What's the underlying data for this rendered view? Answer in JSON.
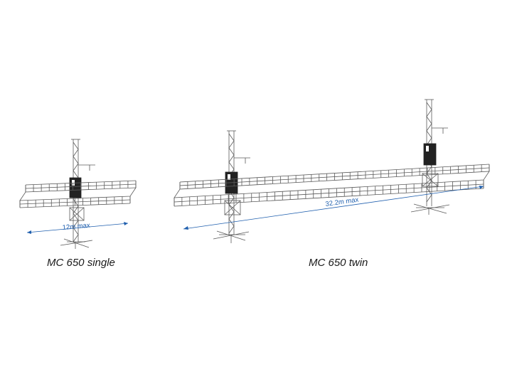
{
  "diagrams": [
    {
      "id": "single",
      "caption": "MC 650 single",
      "dimension_label": "12m max"
    },
    {
      "id": "twin",
      "caption": "MC 650 twin",
      "dimension_label": "32.2m max"
    }
  ],
  "colors": {
    "line": "#5a5a5a",
    "dimension": "#1f5fae",
    "caption": "#1a1a1a",
    "motor": "#222222"
  }
}
